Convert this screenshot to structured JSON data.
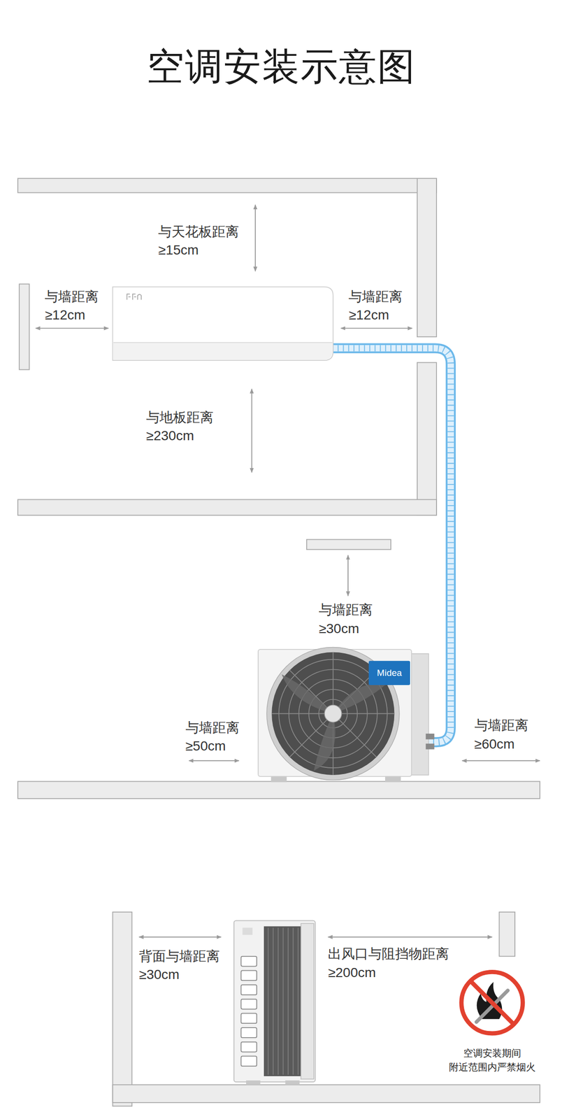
{
  "diagram": {
    "title": "空调安装示意图",
    "labels": [
      "与天花板距离 ≥15cm",
      "与墙距离 ≥12cm",
      "与墙距离 ≥12cm",
      "与地板距离 ≥230cm",
      "与墙距离 ≥30cm",
      "Midea",
      "与墙距离 ≥50cm",
      "与墙距离 ≥60cm",
      "背面与墙距离 ≥30cm",
      "出风口与阻挡物距离 ≥200cm",
      "空调安装期间 附近范围内严禁烟火"
    ]
  }
}
